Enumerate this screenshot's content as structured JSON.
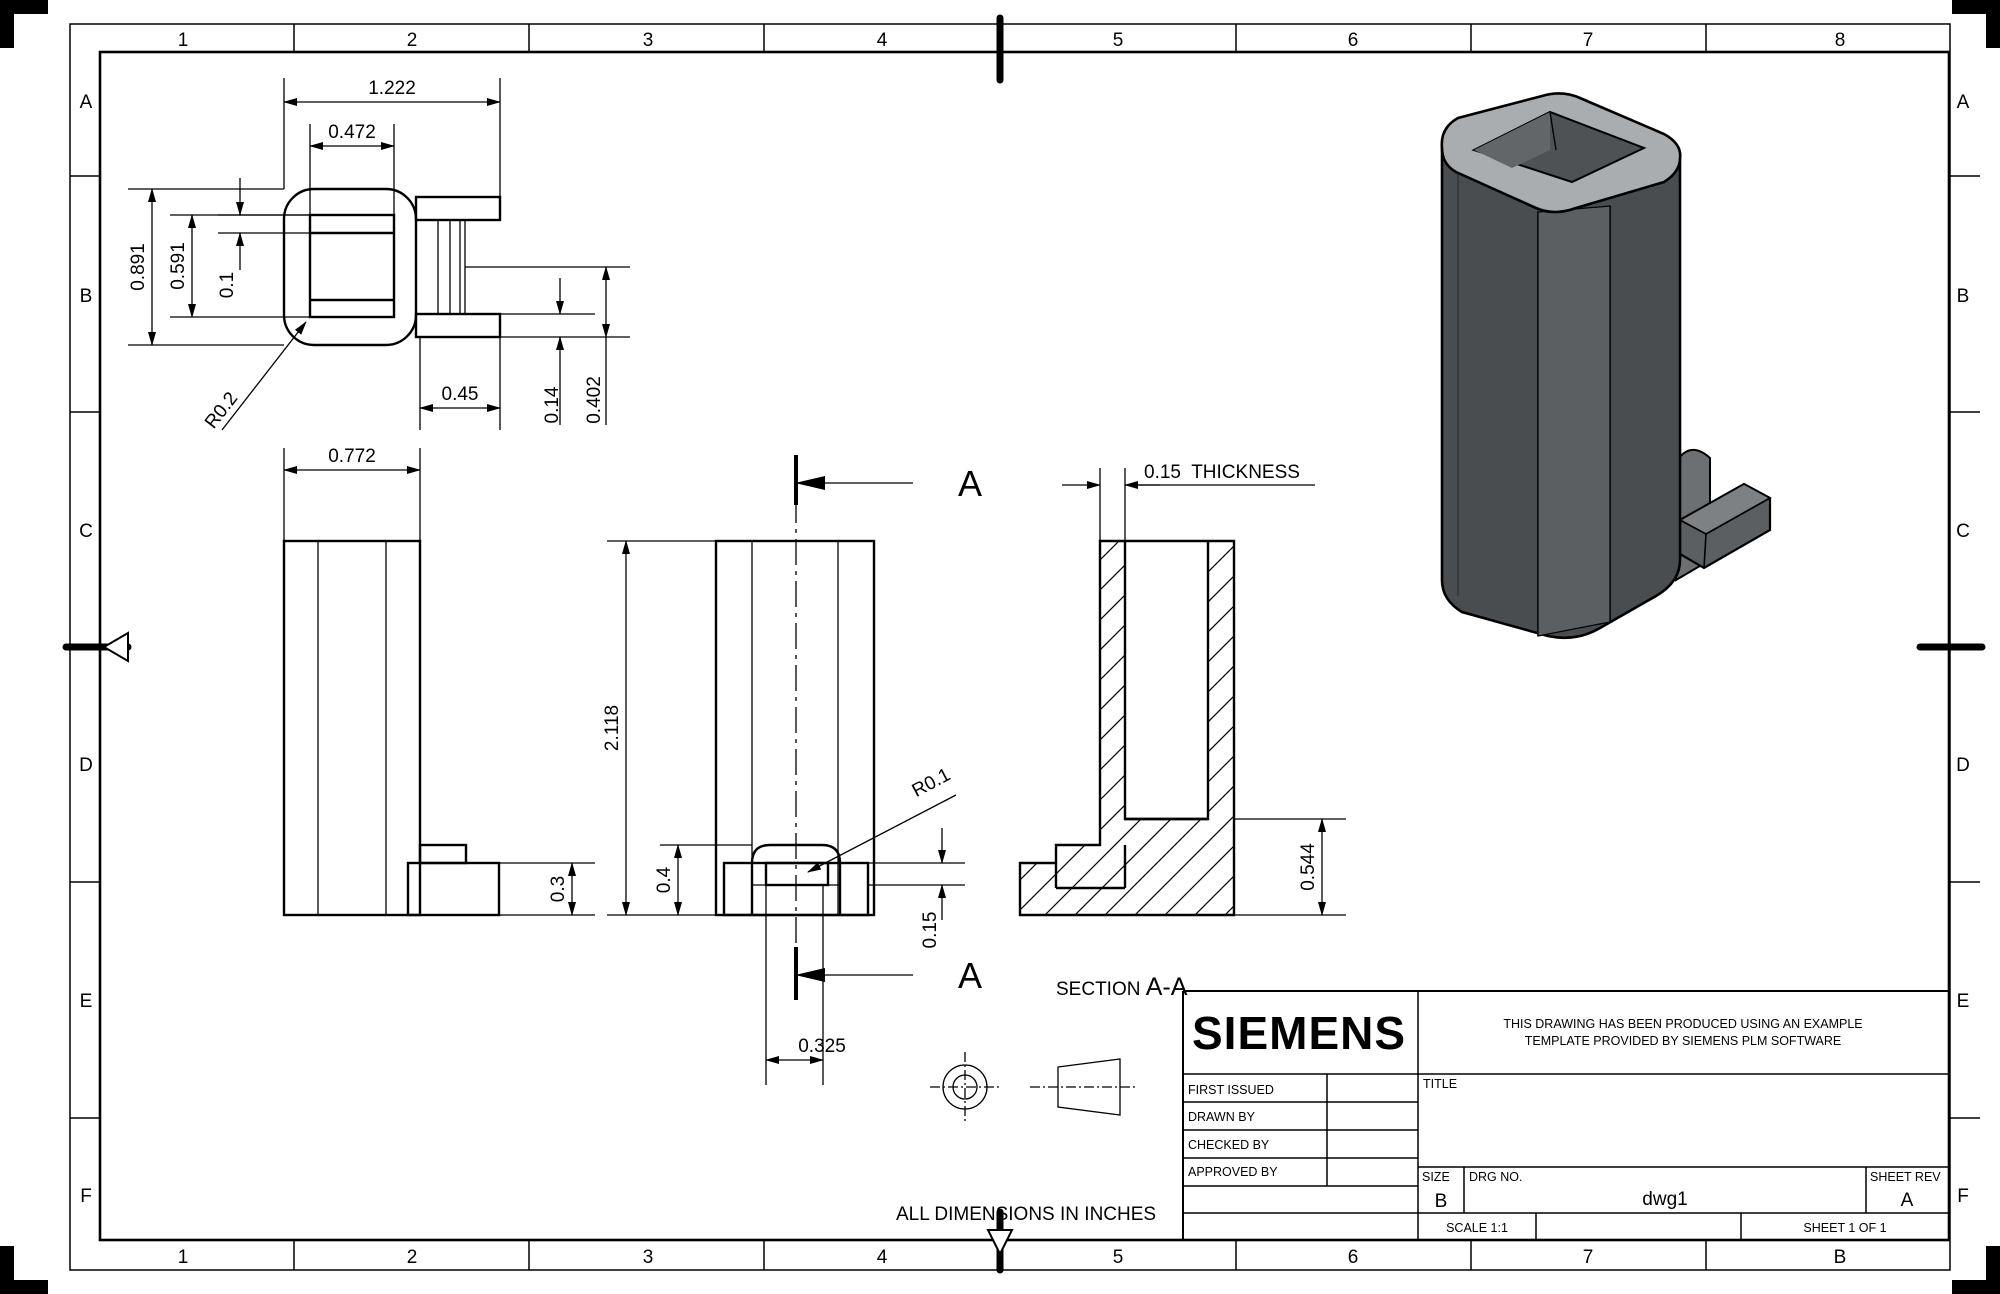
{
  "sheet": {
    "zone_numbers": [
      "1",
      "2",
      "3",
      "4",
      "5",
      "6",
      "7",
      "8"
    ],
    "zone_letters": [
      "A",
      "B",
      "C",
      "D",
      "E",
      "F"
    ]
  },
  "dimensions": {
    "top_view": {
      "overall_width": "1.222",
      "inner_width": "0.472",
      "outer_height": "0.891",
      "inner_height": "0.591",
      "slot_height": "0.1",
      "corner_radius": "R0.2",
      "tab_length": "0.45",
      "tab_thickness": "0.14",
      "tab_span": "0.402"
    },
    "front_view": {
      "width": "0.772",
      "tab_height": "0.3"
    },
    "middle_view": {
      "height": "2.118",
      "notch_height": "0.4",
      "notch_depth": "0.15",
      "notch_radius": "R0.1",
      "notch_offset": "0.325"
    },
    "section_view": {
      "thickness": "0.15  THICKNESS",
      "base_height": "0.544"
    }
  },
  "section_marks": {
    "top_label": "A",
    "bottom_label": "A",
    "section_title_prefix": "SECTION ",
    "section_title_id": "A-A"
  },
  "notes": {
    "units": "ALL DIMENSIONS IN INCHES"
  },
  "title_block": {
    "logo": "SIEMENS",
    "disclaimer_line1": "THIS DRAWING HAS BEEN PRODUCED USING AN EXAMPLE",
    "disclaimer_line2": "TEMPLATE PROVIDED BY SIEMENS PLM SOFTWARE",
    "first_issued": "FIRST ISSUED",
    "drawn_by": "DRAWN BY",
    "checked_by": "CHECKED BY",
    "approved_by": "APPROVED BY",
    "title_label": "TITLE",
    "size_label": "SIZE",
    "size_value": "B",
    "drg_no_label": "DRG NO.",
    "drg_no_value": "dwg1",
    "sheet_rev_label": "SHEET REV",
    "sheet_rev_value": "A",
    "scale": "SCALE 1:1",
    "sheet_of": "SHEET 1 OF 1",
    "bottom_right_zone": "B"
  },
  "colors": {
    "line": "#000000",
    "iso_face_dark": "#4a4d50",
    "iso_face_mid": "#5b5f62",
    "iso_rim": "#a9adb0"
  }
}
